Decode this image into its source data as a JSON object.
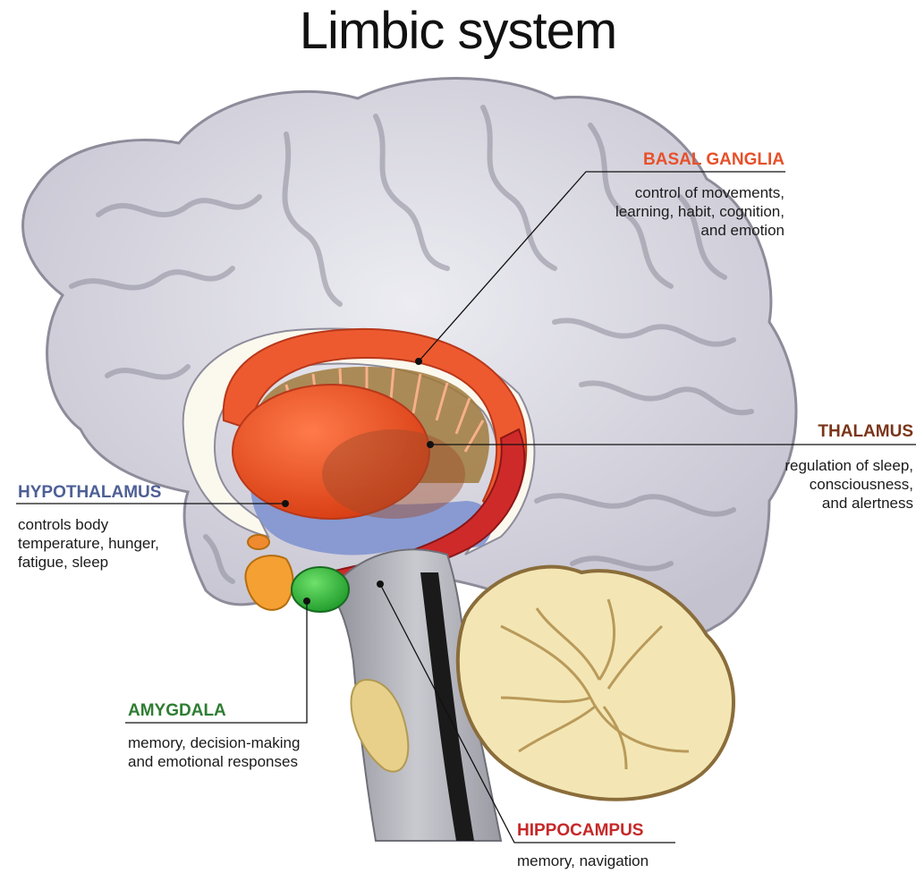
{
  "title": "Limbic system",
  "colors": {
    "basal_ganglia": "#e8502a",
    "thalamus": "#7a3519",
    "hypothalamus": "#4e5f95",
    "amygdala": "#2e7d32",
    "hippocampus": "#c62828",
    "brain": "#d4d2dc",
    "cerebellum": "#f3e6b4"
  },
  "labels": {
    "basal_ganglia": {
      "name": "BASAL GANGLIA",
      "desc": "control of movements,\nlearning, habit, cognition,\nand emotion"
    },
    "thalamus": {
      "name": "THALAMUS",
      "desc": "regulation of sleep,\nconsciousness,\nand alertness"
    },
    "hypothalamus": {
      "name": "HYPOTHALAMUS",
      "desc": "controls body\ntemperature, hunger,\nfatigue, sleep"
    },
    "amygdala": {
      "name": "AMYGDALA",
      "desc": "memory, decision-making\nand emotional responses"
    },
    "hippocampus": {
      "name": "HIPPOCAMPUS",
      "desc": "memory, navigation"
    }
  }
}
